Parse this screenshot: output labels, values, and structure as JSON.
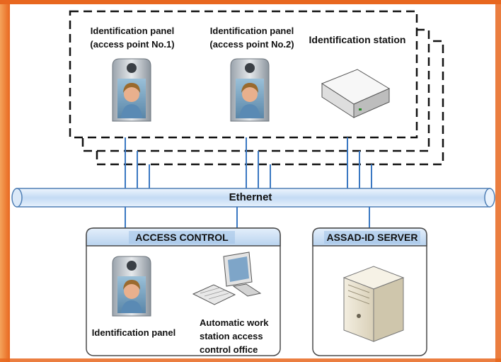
{
  "top": {
    "panel1": {
      "line1": "Identification panel",
      "line2": "(access point No.1)"
    },
    "panel2": {
      "line1": "Identification panel",
      "line2": "(access point No.2)"
    },
    "station": {
      "label": "Identification station"
    }
  },
  "bus": {
    "label": "Ethernet"
  },
  "access_control": {
    "title": "ACCESS CONTROL",
    "panel_label": "Identification panel",
    "workstation_line1": "Automatic work",
    "workstation_line2": "station access",
    "workstation_line3": "control office"
  },
  "server": {
    "title": "ASSAD-ID SERVER"
  },
  "colors": {
    "accent_border": "#e8671f",
    "bus_fill": "#cfe2f7",
    "bus_stroke": "#4f7fb5",
    "link": "#3a78c2",
    "box_header": "#c6dcf2"
  }
}
